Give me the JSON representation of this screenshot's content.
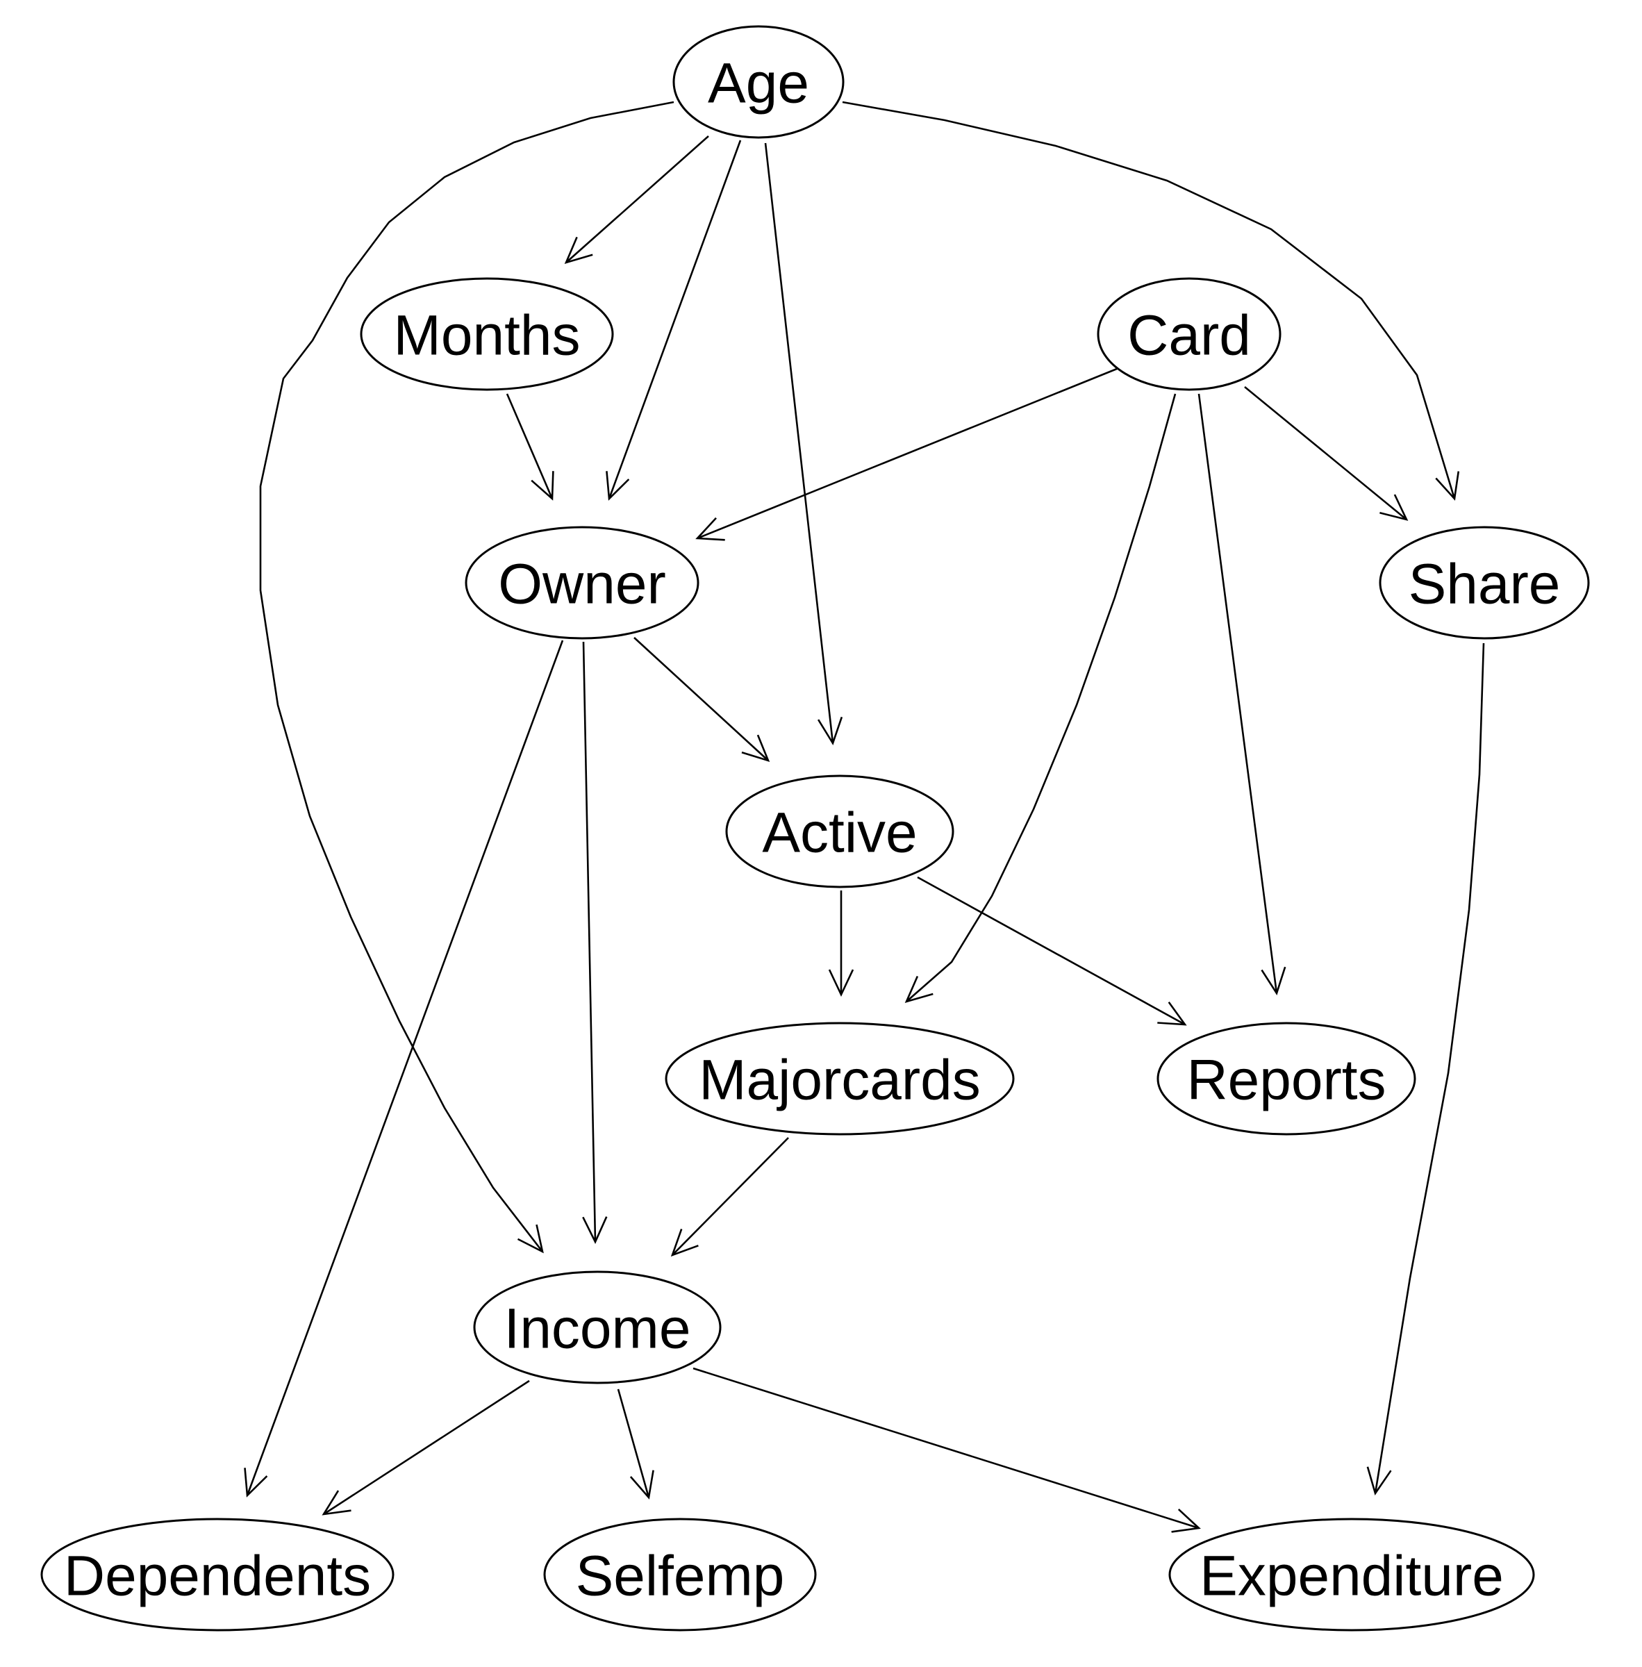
{
  "diagram": {
    "type": "directed-acyclic-graph",
    "colors": {
      "stroke": "#000000",
      "background": "#ffffff",
      "text": "#000000"
    },
    "nodes": [
      {
        "id": "age",
        "label": "Age"
      },
      {
        "id": "months",
        "label": "Months"
      },
      {
        "id": "card",
        "label": "Card"
      },
      {
        "id": "owner",
        "label": "Owner"
      },
      {
        "id": "share",
        "label": "Share"
      },
      {
        "id": "active",
        "label": "Active"
      },
      {
        "id": "majorcards",
        "label": "Majorcards"
      },
      {
        "id": "reports",
        "label": "Reports"
      },
      {
        "id": "income",
        "label": "Income"
      },
      {
        "id": "dependents",
        "label": "Dependents"
      },
      {
        "id": "selfemp",
        "label": "Selfemp"
      },
      {
        "id": "expenditure",
        "label": "Expenditure"
      }
    ],
    "edges": [
      {
        "from": "age",
        "to": "months"
      },
      {
        "from": "age",
        "to": "owner"
      },
      {
        "from": "age",
        "to": "active"
      },
      {
        "from": "age",
        "to": "share"
      },
      {
        "from": "age",
        "to": "income"
      },
      {
        "from": "months",
        "to": "owner"
      },
      {
        "from": "card",
        "to": "owner"
      },
      {
        "from": "card",
        "to": "majorcards"
      },
      {
        "from": "card",
        "to": "reports"
      },
      {
        "from": "card",
        "to": "share"
      },
      {
        "from": "owner",
        "to": "active"
      },
      {
        "from": "owner",
        "to": "income"
      },
      {
        "from": "owner",
        "to": "dependents"
      },
      {
        "from": "share",
        "to": "expenditure"
      },
      {
        "from": "active",
        "to": "majorcards"
      },
      {
        "from": "active",
        "to": "reports"
      },
      {
        "from": "majorcards",
        "to": "income"
      },
      {
        "from": "income",
        "to": "dependents"
      },
      {
        "from": "income",
        "to": "selfemp"
      },
      {
        "from": "income",
        "to": "expenditure"
      }
    ]
  }
}
